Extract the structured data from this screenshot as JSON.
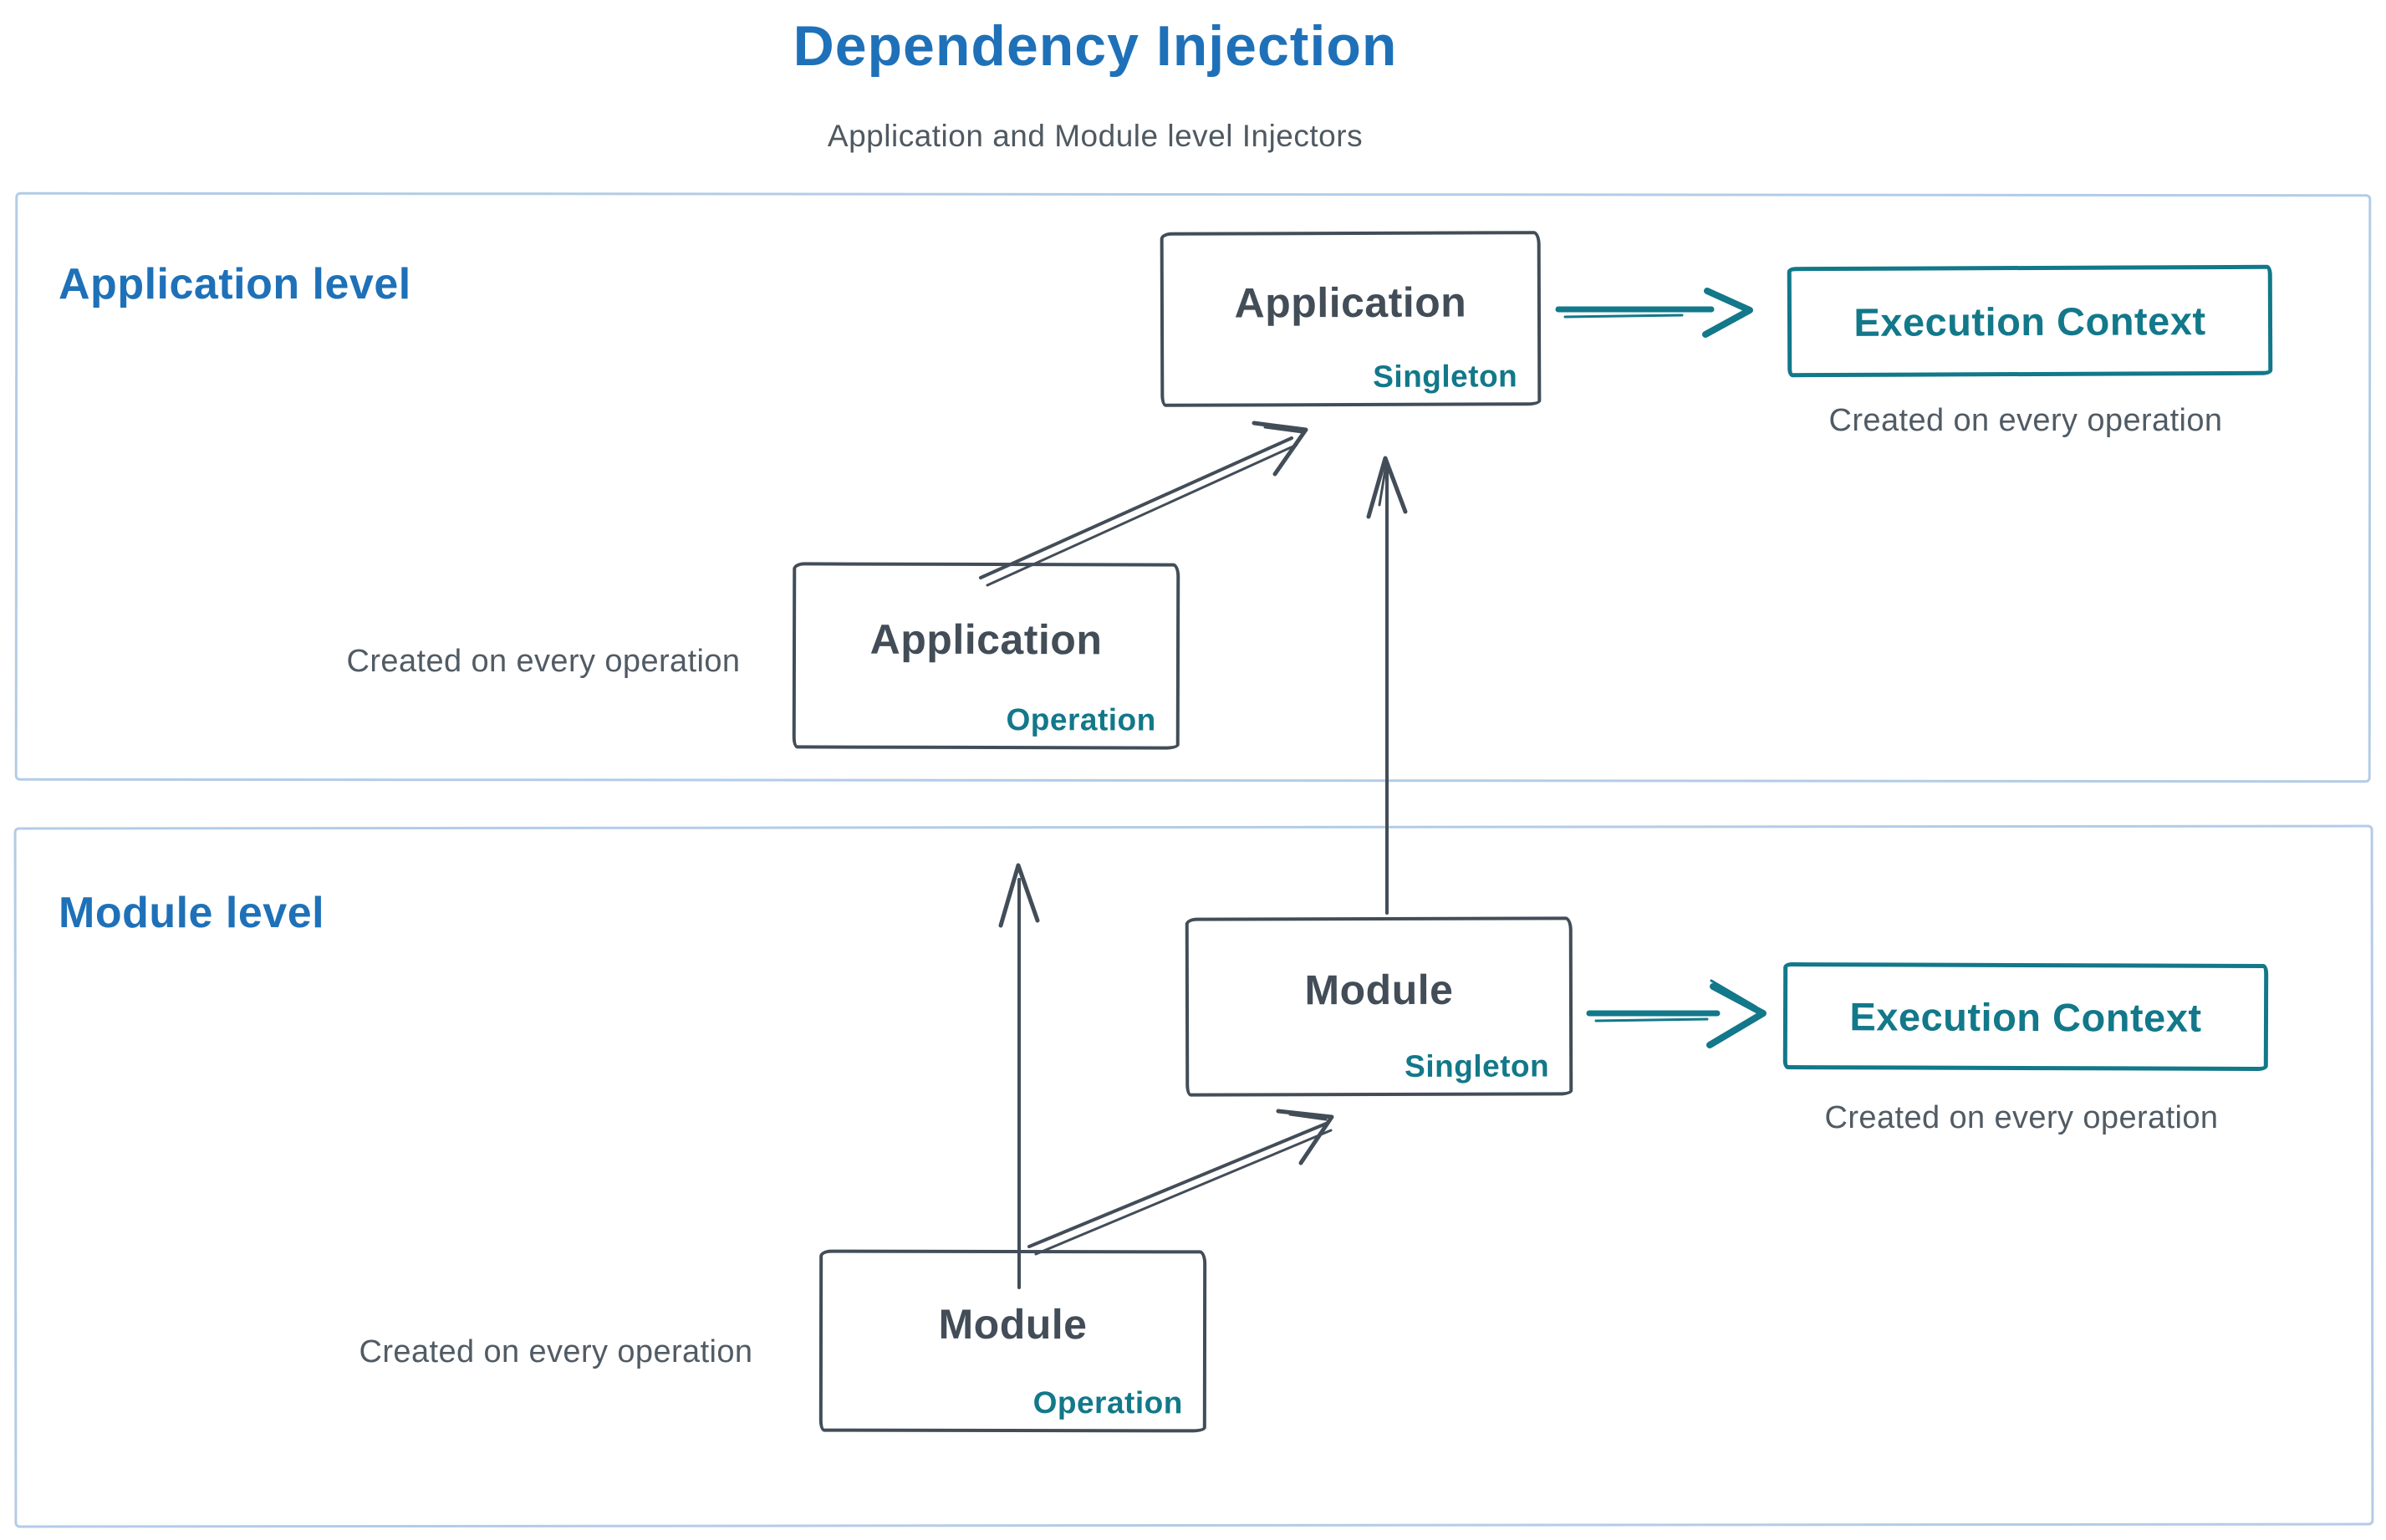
{
  "title": "Dependency Injection",
  "subtitle": "Application and Module level Injectors",
  "colors": {
    "heading_blue": "#1e71b8",
    "teal": "#12788a",
    "ink": "#424d58",
    "caption_gray": "#515b64",
    "frame_blue": "#b3cce6"
  },
  "sections": {
    "application": {
      "label": "Application level"
    },
    "module": {
      "label": "Module level"
    }
  },
  "nodes": {
    "app_singleton": {
      "title": "Application",
      "scope": "Singleton"
    },
    "app_operation": {
      "title": "Application",
      "scope": "Operation"
    },
    "module_singleton": {
      "title": "Module",
      "scope": "Singleton"
    },
    "module_operation": {
      "title": "Module",
      "scope": "Operation"
    },
    "app_execution_context": {
      "title": "Execution Context"
    },
    "module_execution_context": {
      "title": "Execution Context"
    }
  },
  "captions": {
    "app_execution_note": "Created on every operation",
    "app_operation_note": "Created on every operation",
    "module_execution_note": "Created on every operation",
    "module_operation_note": "Created on every operation"
  }
}
